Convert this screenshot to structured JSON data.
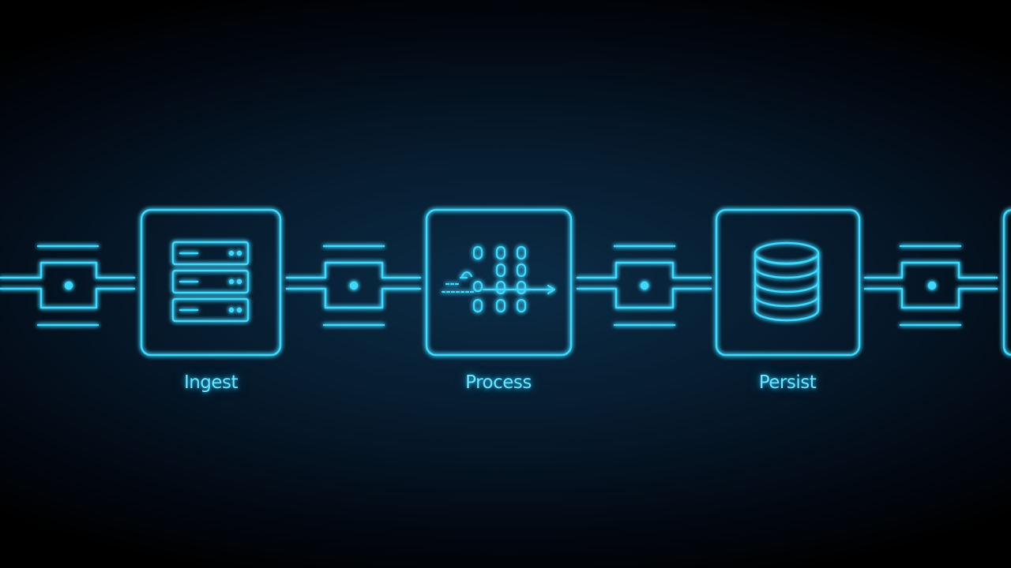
{
  "diagram": {
    "accent_color": "#3fd8ff",
    "glow_color": "#1fb6ff",
    "background_color": "#041424",
    "stages": [
      {
        "label": "Ingest",
        "icon": "server-rack-icon"
      },
      {
        "label": "Process",
        "icon": "data-transform-icon"
      },
      {
        "label": "Persist",
        "icon": "database-icon"
      }
    ],
    "connectors": 4
  }
}
